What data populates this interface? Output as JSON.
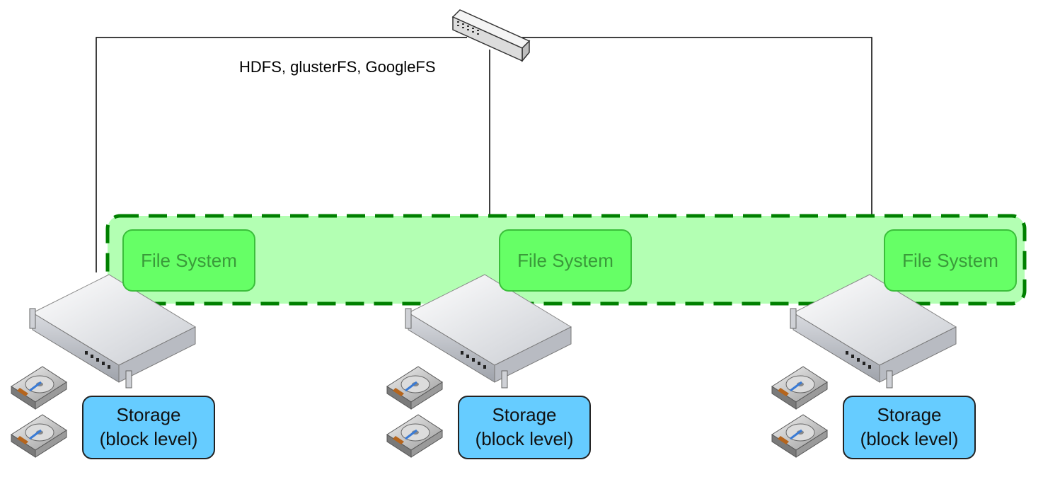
{
  "fs_title": "HDFS, glusterFS, GoogleFS",
  "nodes": [
    {
      "file_system": "File System",
      "storage_line1": "Storage",
      "storage_line2": "(block level)"
    },
    {
      "file_system": "File System",
      "storage_line1": "Storage",
      "storage_line2": "(block level)"
    },
    {
      "file_system": "File System",
      "storage_line1": "Storage",
      "storage_line2": "(block level)"
    }
  ],
  "colors": {
    "fs_region_fill": "#b3ffb3",
    "fs_region_border": "#008000",
    "fs_box_fill": "#66ff66",
    "storage_fill": "#66ccff"
  },
  "icons": {
    "network": "network-switch-icon",
    "server": "rack-server-icon",
    "disk": "hard-disk-icon"
  }
}
